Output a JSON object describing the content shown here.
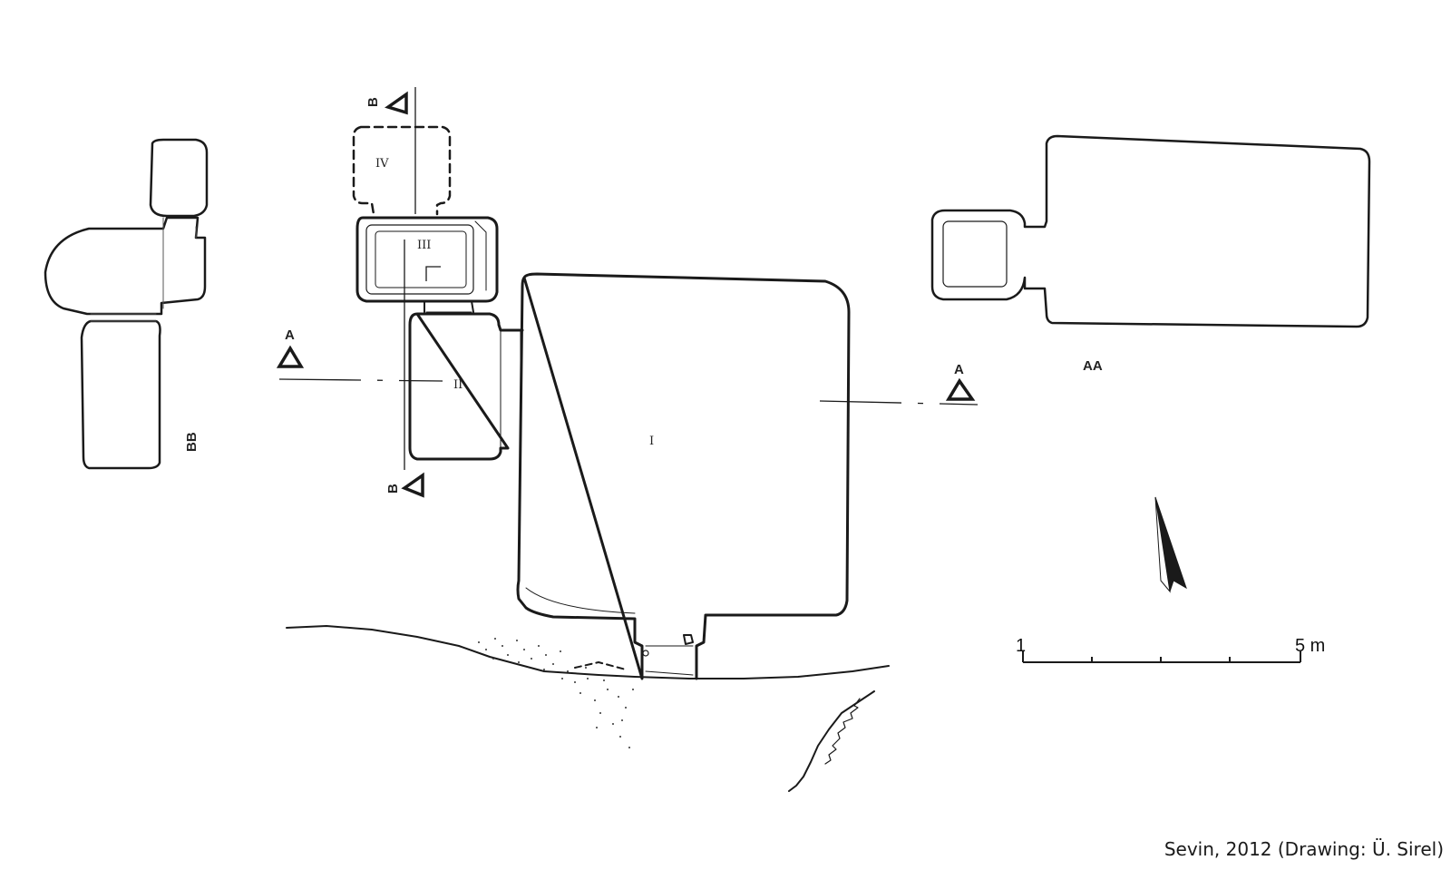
{
  "rooms": {
    "room_1": "I",
    "room_2": "II",
    "room_3": "III",
    "room_4": "IV"
  },
  "sections": {
    "section_a": "A",
    "section_b": "B",
    "section_aa": "AA",
    "section_bb": "BB"
  },
  "scale_bar": {
    "start_label": "1",
    "end_label": "5 m"
  },
  "credit": "Sevin, 2012 (Drawing: Ü. Sirel)",
  "north_arrow_icon": "north-arrow-icon",
  "colors": {
    "ink": "#1a1a1a",
    "background": "#ffffff"
  }
}
